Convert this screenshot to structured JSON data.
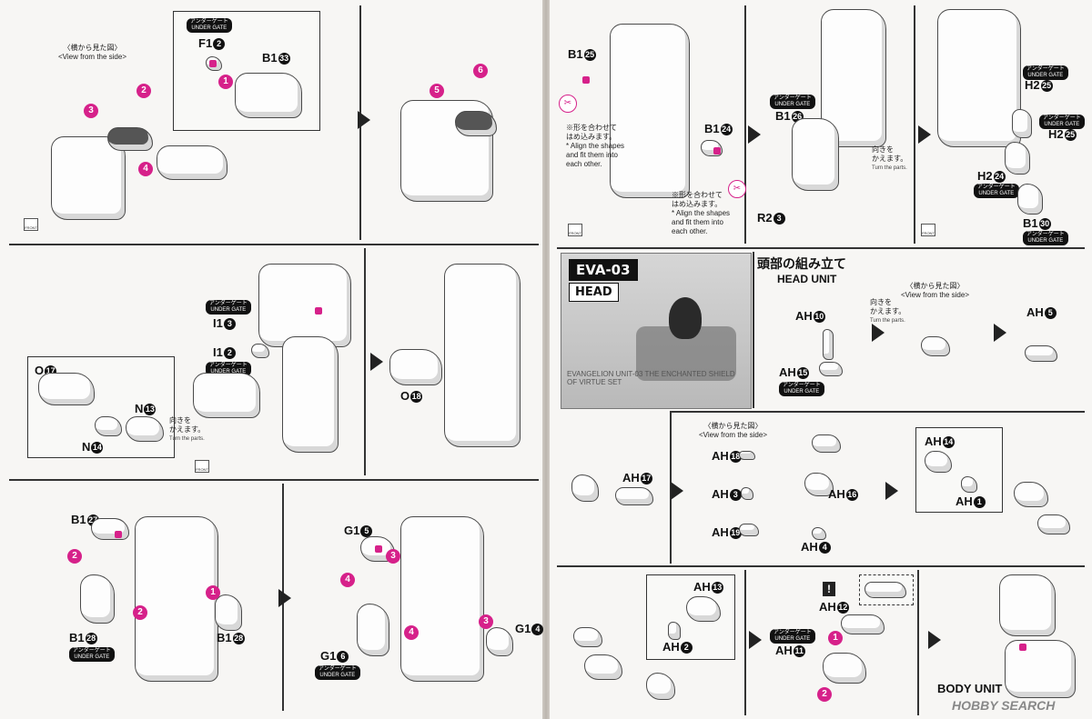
{
  "labels": {
    "f1_2": "F1",
    "f1_2_n": "2",
    "b1_33": "B1",
    "b1_33_n": "33",
    "b1_25": "B1",
    "b1_25_n": "25",
    "b1_26": "B1",
    "b1_26_n": "26",
    "b1_24": "B1",
    "b1_24_n": "24",
    "r2_3": "R2",
    "r2_3_n": "3",
    "h2_25a": "H2",
    "h2_25a_n": "25",
    "h2_25b": "H2",
    "h2_25b_n": "25",
    "h2_24": "H2",
    "h2_24_n": "24",
    "b1_30": "B1",
    "b1_30_n": "30",
    "i1_3": "I1",
    "i1_3_n": "3",
    "i1_2": "I1",
    "i1_2_n": "2",
    "o17": "O",
    "o17_n": "17",
    "n13": "N",
    "n13_n": "13",
    "n14": "N",
    "n14_n": "14",
    "o18": "O",
    "o18_n": "18",
    "b1_27": "B1",
    "b1_27_n": "27",
    "b1_28a": "B1",
    "b1_28a_n": "28",
    "b1_28b": "B1",
    "b1_28b_n": "28",
    "g1_5": "G1",
    "g1_5_n": "5",
    "g1_4": "G1",
    "g1_4_n": "4",
    "g1_6": "G1",
    "g1_6_n": "6",
    "ah10": "AH",
    "ah10_n": "10",
    "ah15": "AH",
    "ah15_n": "15",
    "ah5": "AH",
    "ah5_n": "5",
    "ah18": "AH",
    "ah18_n": "18",
    "ah3": "AH",
    "ah3_n": "3",
    "ah19": "AH",
    "ah19_n": "19",
    "ah16": "AH",
    "ah16_n": "16",
    "ah4": "AH",
    "ah4_n": "4",
    "ah14": "AH",
    "ah14_n": "14",
    "ah1": "AH",
    "ah1_n": "1",
    "ah17": "AH",
    "ah17_n": "17",
    "ah13": "AH",
    "ah13_n": "13",
    "ah2": "AH",
    "ah2_n": "2",
    "ah12": "AH",
    "ah12_n": "12",
    "ah11": "AH",
    "ah11_n": "11"
  },
  "gate": {
    "jp": "アンダーゲート",
    "en": "UNDER GATE"
  },
  "side_view": {
    "jp": "〈横から見た図〉",
    "en": "<View from the side>"
  },
  "turn": {
    "jp1": "向きを",
    "jp2": "かえます。",
    "en": "Turn the parts."
  },
  "align_note": {
    "jp1": "※形を合わせて",
    "jp2": "はめ込みます。",
    "en1": "* Align the shapes",
    "en2": "and fit them into",
    "en3": "each other."
  },
  "front": "FRONT",
  "eva": {
    "tag1": "EVA-03",
    "tag2": "HEAD",
    "caption": "EVANGELION UNIT-03 THE ENCHANTED SHIELD OF VIRTUE SET"
  },
  "head": {
    "title": "頭部の組み立て",
    "sub": "HEAD UNIT"
  },
  "body_unit": "BODY UNIT",
  "steps": [
    "1",
    "2",
    "3",
    "4",
    "5",
    "6"
  ],
  "watermark": "HOBBY SEARCH"
}
